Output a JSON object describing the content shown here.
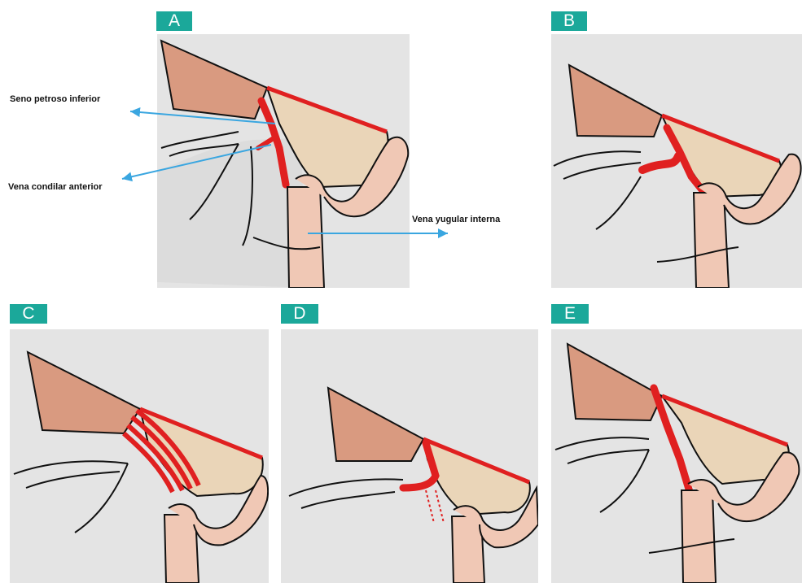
{
  "panels": {
    "a": {
      "tag": "A"
    },
    "b": {
      "tag": "B"
    },
    "c": {
      "tag": "C"
    },
    "d": {
      "tag": "D"
    },
    "e": {
      "tag": "E"
    }
  },
  "labels": {
    "inferior_petrosal_sinus": "Seno petroso inferior",
    "anterior_condylar_vein": "Vena condilar anterior",
    "internal_jugular_vein": "Vena yugular interna"
  },
  "colors": {
    "tag_background": "#1ba89a",
    "bone_top": "#d99a80",
    "bone_body": "#ead5b8",
    "vessel": "#e02020",
    "jugular": "#f0c8b5",
    "callout_arrow": "#3aa6e0"
  }
}
